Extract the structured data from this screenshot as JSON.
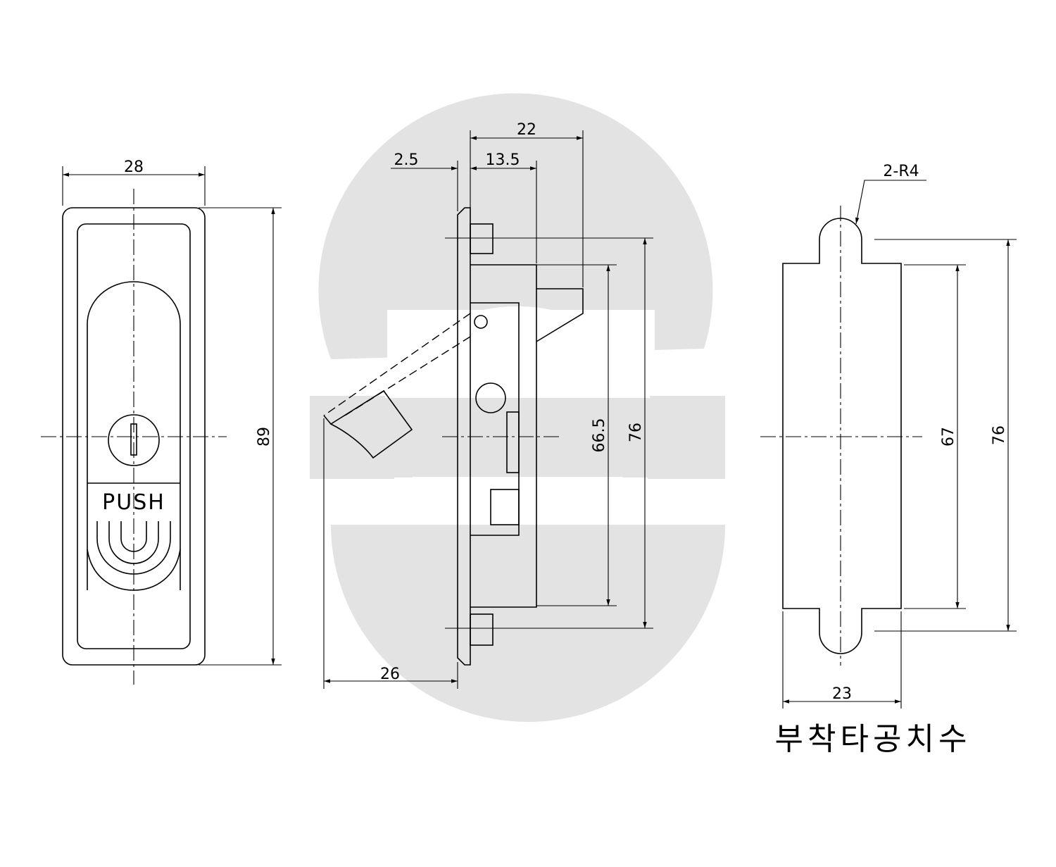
{
  "front_view": {
    "width_dim": "28",
    "height_dim": "89",
    "button_text": "PUSH"
  },
  "side_view": {
    "dim_top": "22",
    "dim_flange": "2.5",
    "dim_body": "13.5",
    "dim_inner_height": "66.5",
    "dim_outer_height": "76",
    "dim_handle_reach": "26"
  },
  "cutout_view": {
    "radius_note": "2-R4",
    "dim_inner_height": "67",
    "dim_outer_height": "76",
    "dim_width": "23",
    "caption": "부착타공치수"
  },
  "watermark": {
    "color": "#e3e3e3"
  }
}
